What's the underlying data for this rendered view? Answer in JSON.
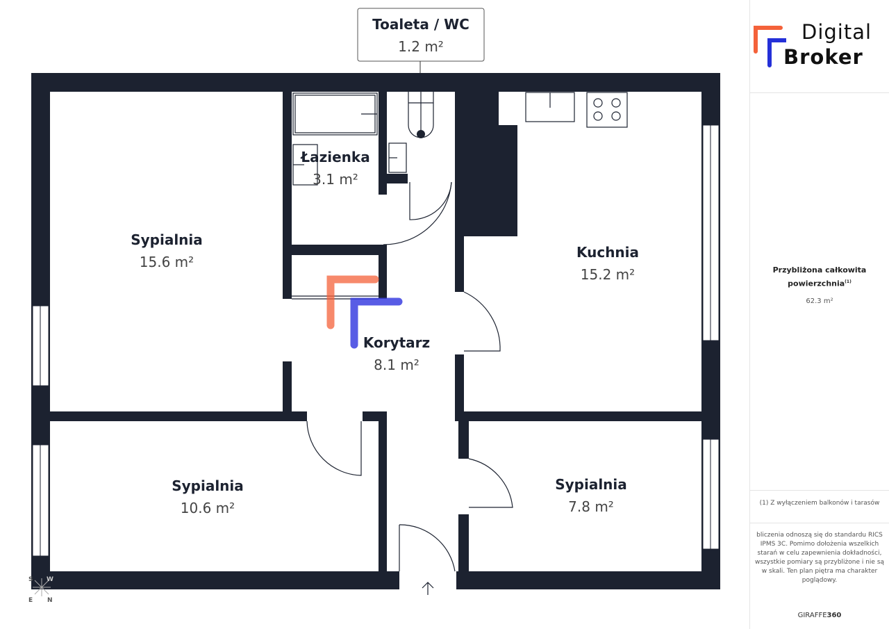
{
  "rooms": [
    {
      "name": "Toaleta / WC",
      "area": "1.2 m²"
    },
    {
      "name": "Łazienka",
      "area": "3.1 m²"
    },
    {
      "name": "Sypialnia",
      "area": "15.6 m²"
    },
    {
      "name": "Kuchnia",
      "area": "15.2 m²"
    },
    {
      "name": "Korytarz",
      "area": "8.1 m²"
    },
    {
      "name": "Sypialnia",
      "area": "10.6 m²"
    },
    {
      "name": "Sypialnia",
      "area": "7.8 m²"
    }
  ],
  "compass": {
    "s": "S",
    "w": "W",
    "e": "E",
    "n": "N"
  },
  "sidebar": {
    "logo": {
      "line1": "Digital",
      "line2": "Broker"
    },
    "total_label": "Przybliżona całkowita powierzchnia",
    "total_sup": "(1)",
    "total_value": "62.3 m²",
    "footnote": "(1) Z wyłączeniem balkonów i tarasów",
    "disclaimer": "bliczenia odnoszą się do standardu RICS IPMS 3C. Pomimo dołożenia wszelkich starań w celu zapewnienia dokładności, wszystkie pomiary są przybliżone i nie są w skali. Ten plan piętra ma charakter poglądowy.",
    "brand_a": "GIRAFFE",
    "brand_b": "360"
  },
  "colors": {
    "wall": "#1c2230",
    "orange": "#f4623a",
    "blue": "#3b3fe0"
  }
}
